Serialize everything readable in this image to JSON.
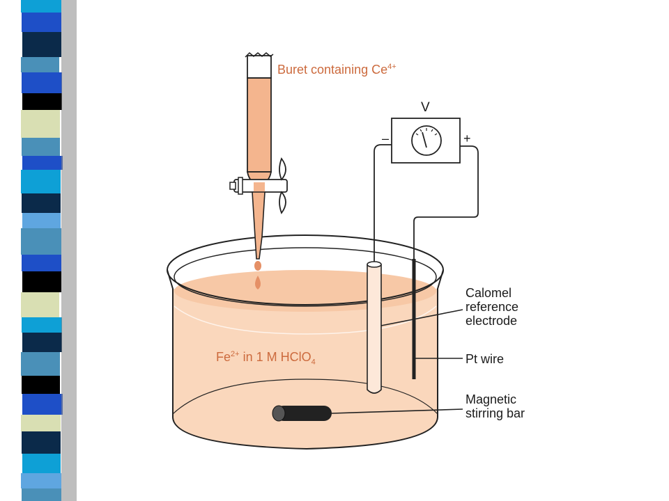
{
  "colors": {
    "accent_orange": "#cc6a3d",
    "solution_fill": "#fad7bc",
    "stripe_palette": [
      "#0ea0d6",
      "#4a90b8",
      "#1e4fc7",
      "#0b2a4a",
      "#d9dfb3",
      "#000000",
      "#5fa6e0"
    ]
  },
  "diagram": {
    "buret_label": {
      "text": "Buret containing Ce",
      "sup": "4+"
    },
    "voltmeter": {
      "title": "V",
      "minus": "–",
      "plus": "+"
    },
    "solution_label": {
      "pre": "Fe",
      "sup": "2+",
      "mid": " in 1 M HClO",
      "sub": "4"
    },
    "calomel_label": [
      "Calomel",
      "reference",
      "electrode"
    ],
    "pt_wire_label": "Pt wire",
    "stirring_bar_label": [
      "Magnetic",
      "stirring bar"
    ]
  }
}
